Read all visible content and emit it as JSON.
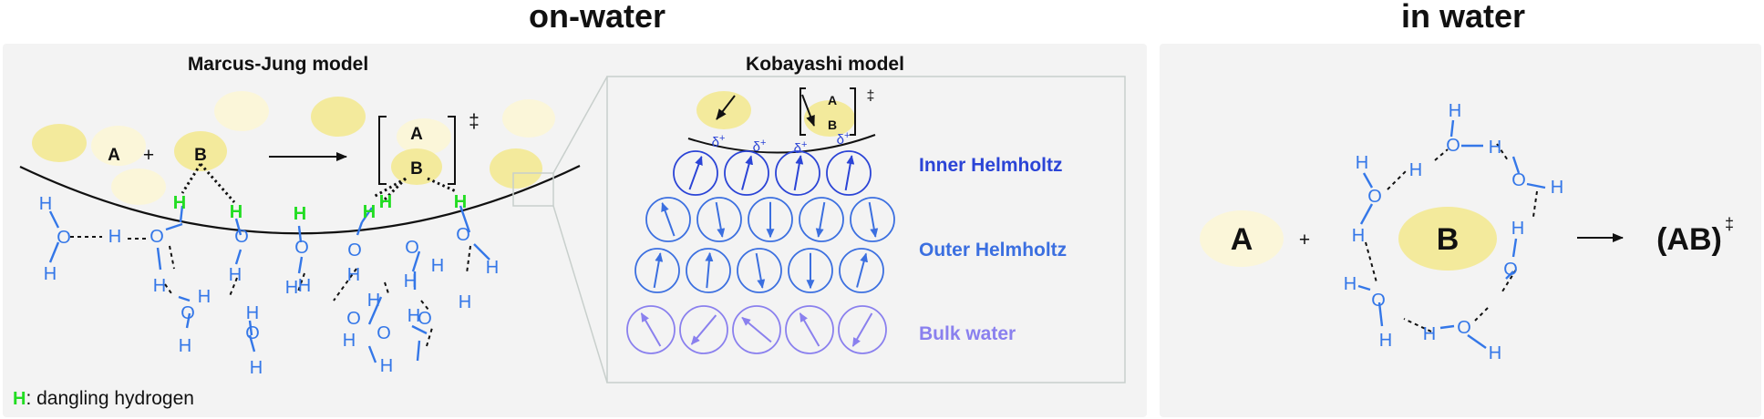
{
  "headings": {
    "left": "on-water",
    "right": "in water"
  },
  "marcus_jung": {
    "title": "Marcus-Jung model",
    "reactant_a": "A",
    "plus": "+",
    "reactant_b": "B",
    "ts_a": "A",
    "ts_b": "B",
    "dagger": "‡",
    "legend_h": "H",
    "legend_text": ": dangling hydrogen"
  },
  "kobayashi": {
    "title": "Kobayashi model",
    "ts_a": "A",
    "ts_b": "B",
    "dagger": "‡",
    "delta": "δ",
    "delta_sup": "+",
    "inner_label": "Inner Helmholtz",
    "outer_label": "Outer Helmholtz",
    "bulk_label": "Bulk water"
  },
  "in_water": {
    "reactant_a": "A",
    "plus": "+",
    "reactant_b": "B",
    "product": "(AB)",
    "dagger": "‡"
  },
  "atoms": {
    "hydrogen": "H",
    "oxygen": "O"
  },
  "colors": {
    "panel_bg": "#f3f3f3",
    "reactant_blob": "#f3ea9c",
    "water_atom": "#3477e8",
    "dangling_hydrogen": "#22dd22",
    "inner_helmholtz": "#2b44d6",
    "outer_helmholtz": "#3b6fe0",
    "bulk_water": "#8a80ee"
  }
}
